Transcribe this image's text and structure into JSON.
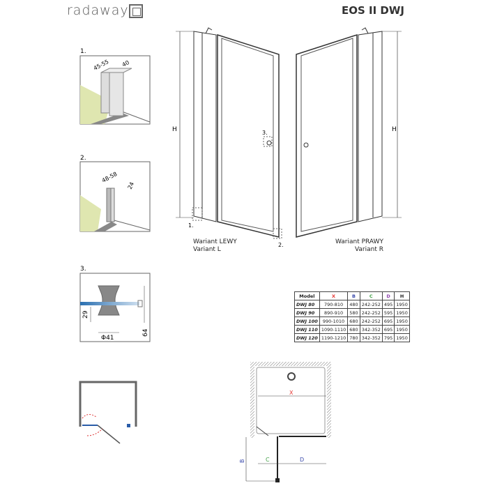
{
  "header": {
    "logo": "radaway",
    "title": "EOS II DWJ"
  },
  "details": [
    {
      "label": "1.",
      "dims": [
        "45-55",
        "40"
      ]
    },
    {
      "label": "2.",
      "dims": [
        "48-58",
        "24"
      ]
    },
    {
      "label": "3.",
      "dims": [
        "29",
        "Φ41",
        "64"
      ]
    }
  ],
  "doors": {
    "left": {
      "height_label": "H",
      "callouts": [
        "1.",
        "3.",
        "2."
      ],
      "variant_pl": "Wariant LEWY",
      "variant_en": "Variant L"
    },
    "right": {
      "height_label": "H",
      "variant_pl": "Wariant PRAWY",
      "variant_en": "Variant R"
    }
  },
  "table": {
    "headers": [
      "Model",
      "X",
      "B",
      "C",
      "D",
      "H"
    ],
    "header_colors": [
      "#222222",
      "#e53935",
      "#3949ab",
      "#43a047",
      "#8e44ad",
      "#222222"
    ],
    "rows": [
      [
        "DWJ 80",
        "790-810",
        "480",
        "242-252",
        "495",
        "1950"
      ],
      [
        "DWJ 90",
        "890-910",
        "580",
        "242-252",
        "595",
        "1950"
      ],
      [
        "DWJ 100",
        "990-1010",
        "680",
        "242-252",
        "695",
        "1950"
      ],
      [
        "DWJ 110",
        "1090-1110",
        "680",
        "342-352",
        "695",
        "1950"
      ],
      [
        "DWJ 120",
        "1190-1210",
        "780",
        "342-352",
        "795",
        "1950"
      ]
    ]
  },
  "plan": {
    "x_label": "X",
    "b_label": "B",
    "c_label": "C",
    "d_label": "D"
  }
}
